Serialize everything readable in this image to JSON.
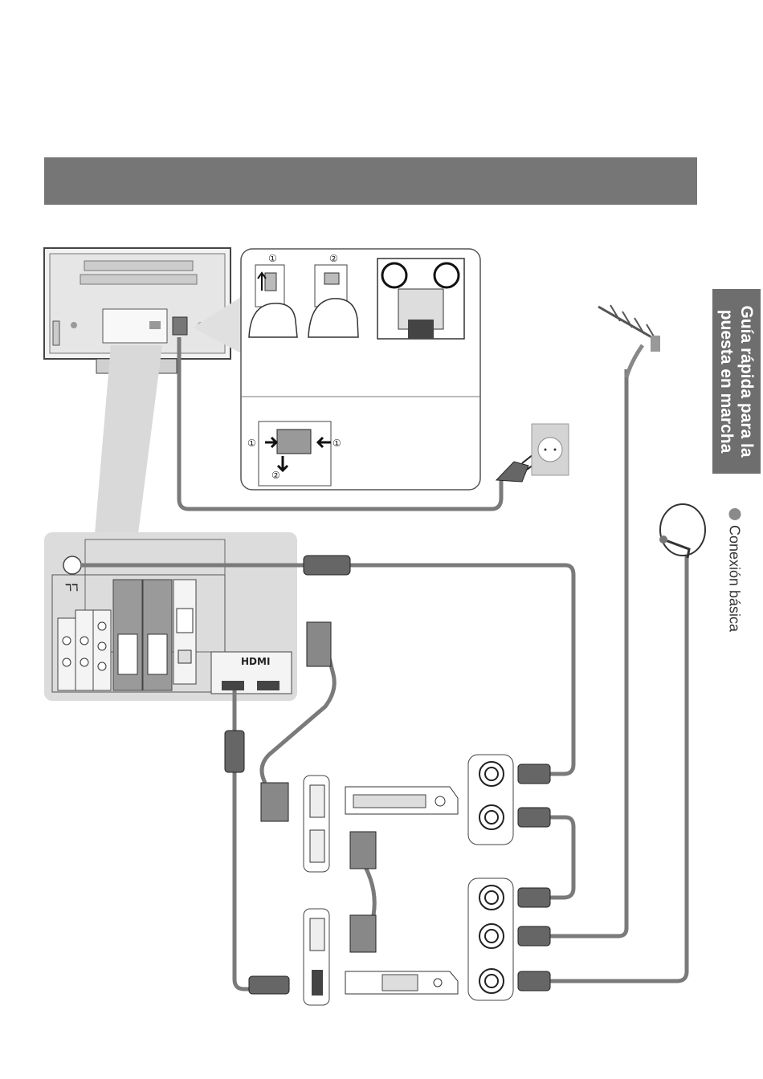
{
  "sidebar": {
    "title_line1": "Guía rápida para la",
    "title_line2": "puesta en marcha",
    "subtitle": "Conexión básica"
  },
  "callout_steps": {
    "remove_step1": "①",
    "remove_step2": "②",
    "fit_step1_left": "①",
    "fit_step1_right": "①",
    "fit_step2": "②"
  },
  "panel_labels": {
    "hdmi_logo": "HDMI",
    "antenna_symbol": "ℸℸ"
  },
  "icons": [
    "tv-back",
    "power-plug",
    "wall-socket",
    "aerial-antenna",
    "satellite-dish",
    "vcr",
    "set-top-box",
    "scart-cable",
    "hdmi-cable",
    "rf-cable"
  ],
  "colors": {
    "header": "#767676",
    "sidebar": "#6e6e6e",
    "panel": "#dcdcdc",
    "cable": "#7a7a7a"
  }
}
